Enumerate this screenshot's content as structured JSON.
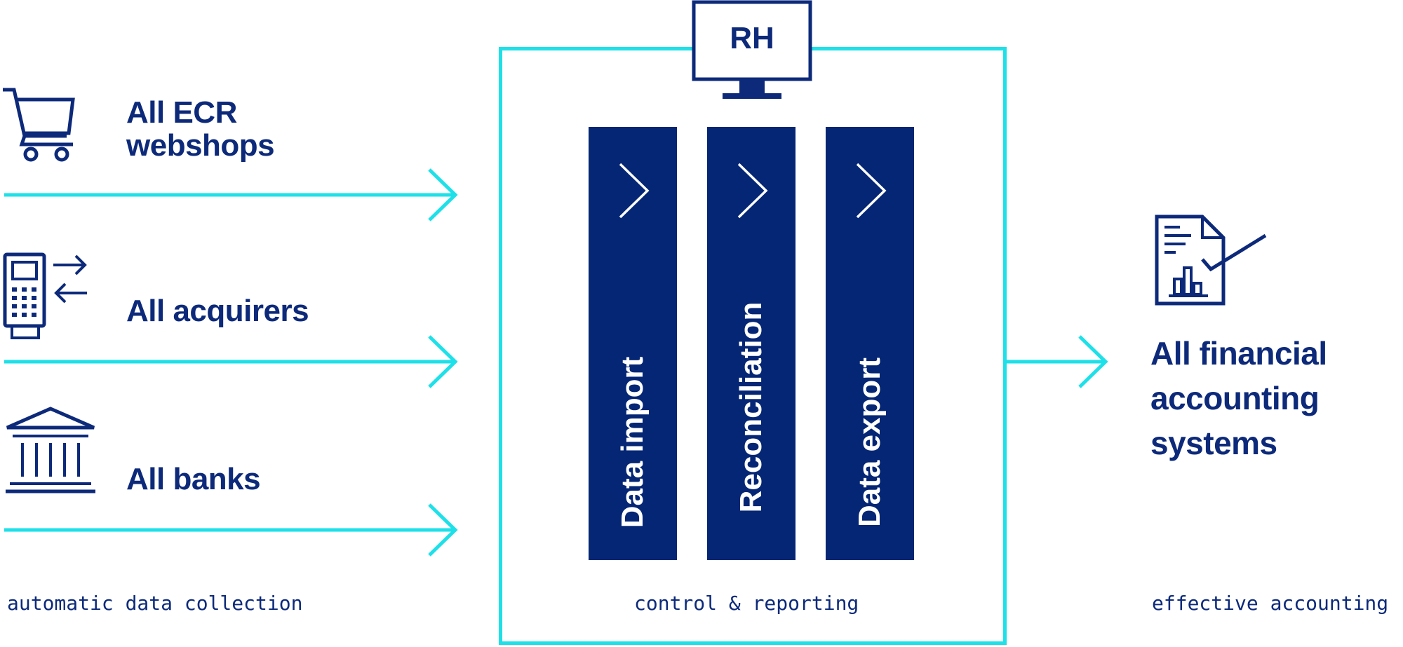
{
  "sources": {
    "webshops": "All ECR webshops",
    "acquirers": "All acquirers",
    "banks": "All banks"
  },
  "center": {
    "monitor_label": "RH",
    "columns": [
      "Data import",
      "Reconciliation",
      "Data export"
    ]
  },
  "output": {
    "label": "All financial accounting systems"
  },
  "captions": {
    "left": "automatic data collection",
    "center": "control & reporting",
    "right": "effective accounting"
  },
  "colors": {
    "navy": "#052674",
    "text_navy": "#0d2a7a",
    "cyan": "#1ee0e8"
  },
  "icons": [
    "shopping-cart-icon",
    "payment-terminal-icon",
    "bank-icon",
    "monitor-icon",
    "chevron-right-icon",
    "report-document-icon"
  ]
}
